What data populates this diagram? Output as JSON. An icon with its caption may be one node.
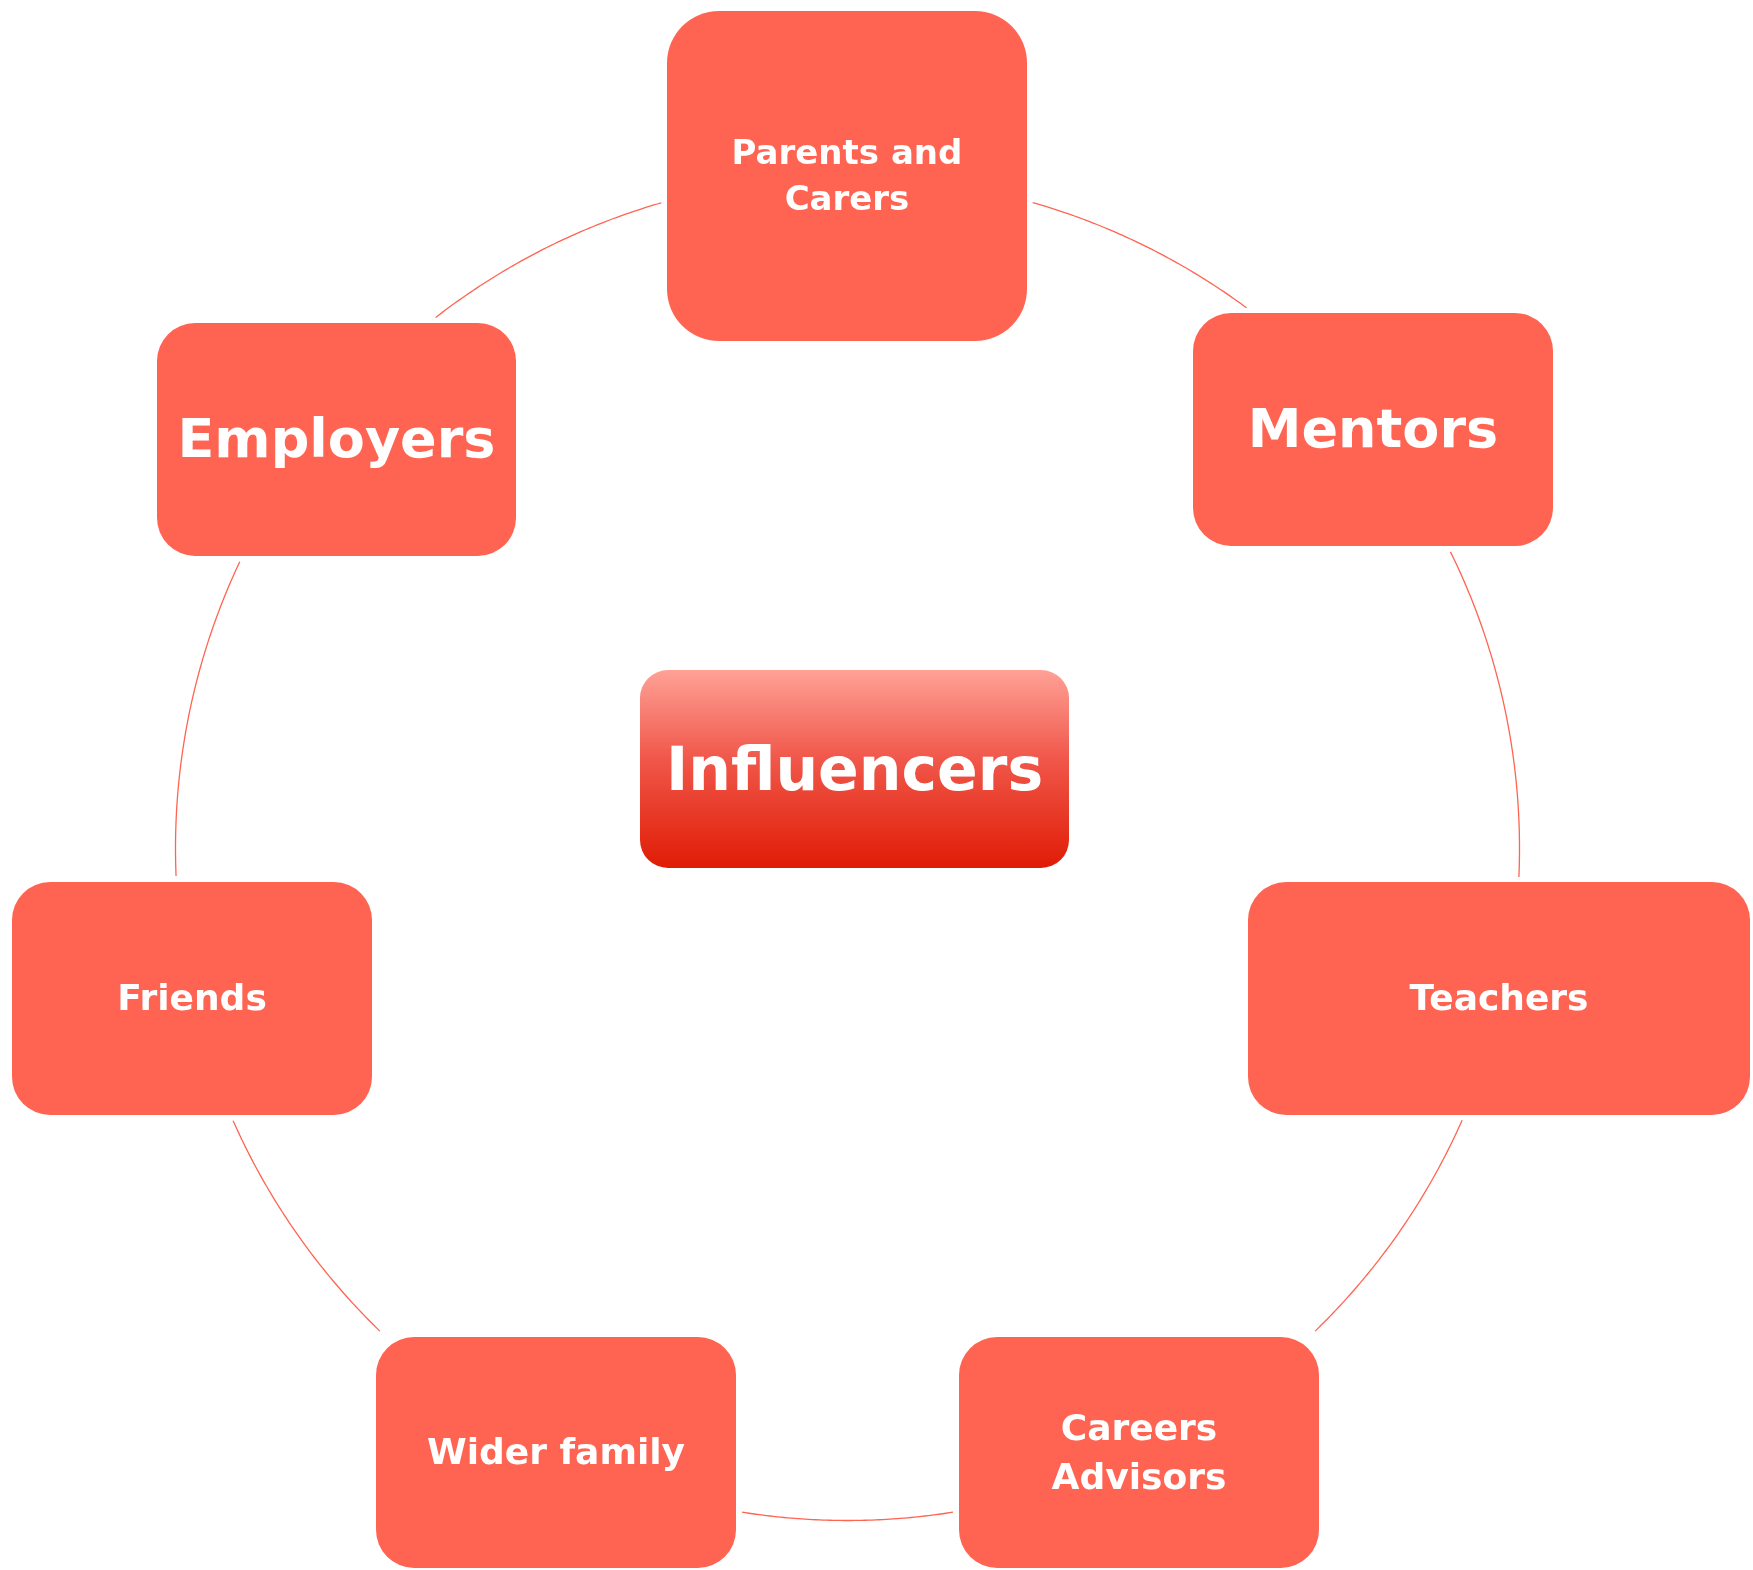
{
  "diagram": {
    "nodes": [
      {
        "text": [
          "Influencers"
        ]
      },
      {
        "text": [
          "Parents and Carers"
        ]
      },
      {
        "text": [
          "Mentors"
        ]
      },
      {
        "text": [
          "Teachers"
        ]
      },
      {
        "text": [
          "Careers Advisors"
        ]
      },
      {
        "text": [
          "Wider family"
        ]
      },
      {
        "text": [
          "Friends"
        ]
      },
      {
        "text": [
          "Employers"
        ]
      }
    ],
    "edges": [
      {
        "from": 1,
        "to": 2,
        "arrow": "none"
      },
      {
        "from": 2,
        "to": 3,
        "arrow": "none"
      },
      {
        "from": 3,
        "to": 4,
        "arrow": "none"
      },
      {
        "from": 4,
        "to": 5,
        "arrow": "none"
      },
      {
        "from": 5,
        "to": 6,
        "arrow": "none"
      },
      {
        "from": 6,
        "to": 7,
        "arrow": "none"
      },
      {
        "from": 7,
        "to": 1,
        "arrow": "none"
      }
    ]
  }
}
